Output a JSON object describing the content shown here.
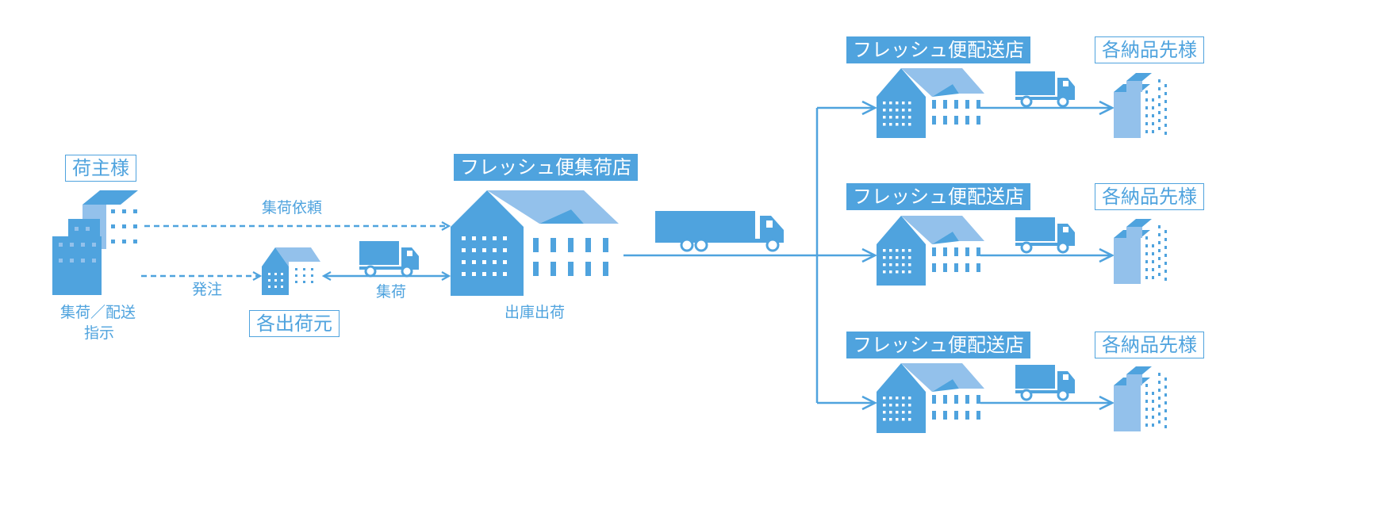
{
  "colors": {
    "blue": "#4fa3de",
    "light_blue": "#93c1eb",
    "line": "#4fa3de",
    "white": "#ffffff"
  },
  "nodes": {
    "shipper": "荷主様",
    "origin": "各出荷元",
    "hub": "フレッシュ便集荷店",
    "delivery_store": "フレッシュ便配送店",
    "recipient": "各納品先様"
  },
  "edges": {
    "pickup_request": "集荷依頼",
    "order": "発注",
    "pickup": "集荷",
    "shipping": "出庫出荷"
  },
  "captions": {
    "instruction_line1": "集荷／配送",
    "instruction_line2": "指示"
  },
  "icons": [
    "office-building-icon",
    "warehouse-icon",
    "truck-icon",
    "trailer-truck-icon",
    "destination-building-icon"
  ]
}
